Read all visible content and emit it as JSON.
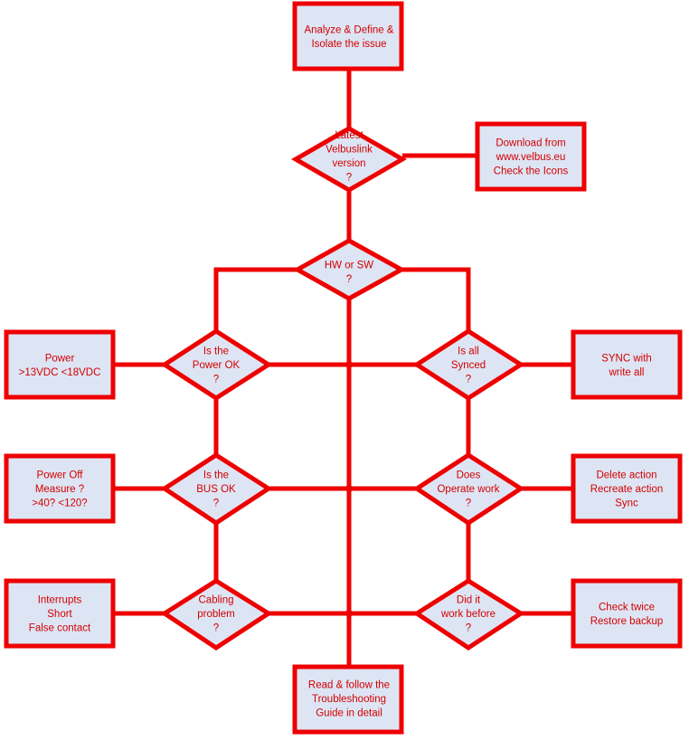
{
  "nodes": {
    "analyze": {
      "lines": [
        "Analyze & Define &",
        "Isolate the issue"
      ]
    },
    "latest": {
      "lines": [
        "Latest",
        "Velbuslink",
        "version",
        "?"
      ]
    },
    "download": {
      "lines": [
        "Download from",
        "www.velbus.eu",
        "Check the Icons"
      ]
    },
    "hwsw": {
      "lines": [
        "HW or SW",
        "?"
      ]
    },
    "power_q": {
      "lines": [
        "Is the",
        "Power OK",
        "?"
      ]
    },
    "power_box": {
      "lines": [
        "Power",
        ">13VDC <18VDC"
      ]
    },
    "synced_q": {
      "lines": [
        "Is all",
        "Synced",
        "?"
      ]
    },
    "sync_box": {
      "lines": [
        "SYNC with",
        "write all"
      ]
    },
    "bus_q": {
      "lines": [
        "Is the",
        "BUS OK",
        "?"
      ]
    },
    "bus_box": {
      "lines": [
        "Power Off",
        "Measure ?",
        ">40? <120?"
      ]
    },
    "operate_q": {
      "lines": [
        "Does",
        "Operate work",
        "?"
      ]
    },
    "operate_box": {
      "lines": [
        "Delete action",
        "Recreate action",
        "Sync"
      ]
    },
    "cabling_q": {
      "lines": [
        "Cabling",
        "problem",
        "?"
      ]
    },
    "cabling_box": {
      "lines": [
        "Interrupts",
        "Short",
        "False contact"
      ]
    },
    "before_q": {
      "lines": [
        "Did it",
        "work before",
        "?"
      ]
    },
    "before_box": {
      "lines": [
        "Check twice",
        "Restore backup"
      ]
    },
    "guide": {
      "lines": [
        "Read & follow the",
        "Troubleshooting",
        "Guide in detail"
      ]
    }
  }
}
